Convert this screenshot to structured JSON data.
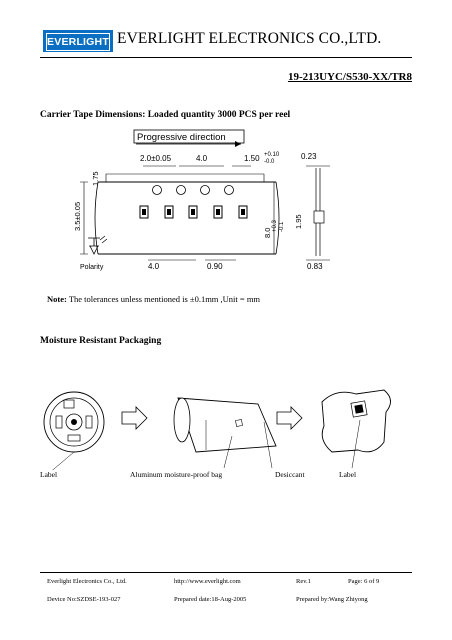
{
  "header": {
    "logo_text": "EVERLIGHT",
    "company": "EVERLIGHT ELECTRONICS CO.,LTD.",
    "part_number": "19-213UYC/S530-XX/TR8"
  },
  "carrier": {
    "title": "Carrier Tape Dimensions: Loaded quantity 3000 PCS per reel",
    "progressive": "Progressive direction",
    "dims": {
      "d_2_0": "2.0±0.05",
      "d_4_0_top": "4.0",
      "d_1_50": "1.50",
      "tol_plus": "+0.10",
      "tol_minus": "-0.0",
      "d_0_23": "0.23",
      "d_1_75": "1.75",
      "d_3_5": "3.5±0.05",
      "d_8_0": "8.0",
      "tol_8_plus": "+0.3",
      "tol_8_minus": "-0.1",
      "d_1_95": "1.95",
      "d_4_0_bottom": "4.0",
      "d_0_90": "0.90",
      "d_0_83": "0.83",
      "polarity": "Polarity"
    }
  },
  "note": {
    "label": "Note:",
    "text": "The tolerances unless mentioned is  ±0.1mm ,Unit = mm"
  },
  "moisture": {
    "title": "Moisture Resistant Packaging",
    "labels": [
      "Label",
      "Aluminum  moisture-proof  bag",
      "Desiccant",
      "Label"
    ]
  },
  "footer": {
    "company": "Everlight Electronics Co., Ltd.",
    "url": "http://www.everlight.com",
    "rev": "Rev.1",
    "page": "Page: 6 of 9",
    "device": "Device No:SZDSE-193-027",
    "prepared_date": "Prepared date:18-Aug-2005",
    "prepared_by": "Prepared by:Wang Zhiyong"
  }
}
